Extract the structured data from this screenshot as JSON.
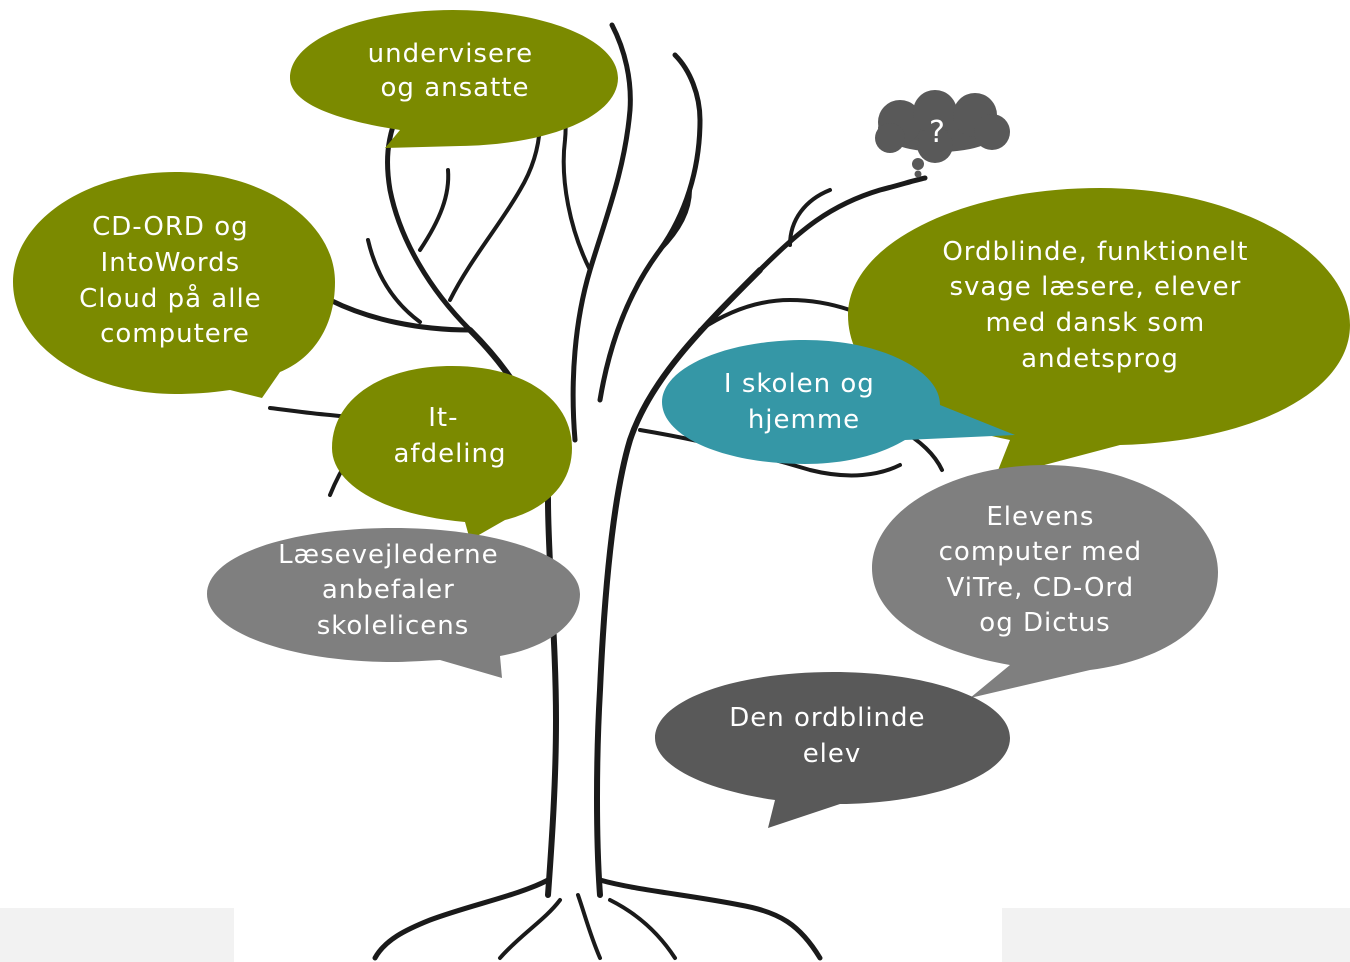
{
  "colors": {
    "olive": "#7b8a00",
    "teal": "#3597a6",
    "gray": "#7f7f7f",
    "dark_gray": "#595959",
    "cloud": "#595959",
    "background": "#ffffff",
    "corner_panels": "#f2f2f2"
  },
  "bubbles": {
    "staff": {
      "lines": [
        "undervisere",
        "og ansatte"
      ]
    },
    "software": {
      "lines": [
        "CD-ORD og",
        "IntoWords",
        "Cloud på alle",
        "computere"
      ]
    },
    "it": {
      "lines": [
        "It-",
        "afdeling"
      ]
    },
    "reading_guides": {
      "lines": [
        "Læsevejlederne",
        "anbefaler",
        "skolelicens"
      ]
    },
    "target_group": {
      "lines": [
        "Ordblinde, funktionelt",
        "svage læsere, elever",
        "med dansk som",
        "andetsprog"
      ]
    },
    "school_home": {
      "lines": [
        "I skolen og",
        "hjemme"
      ]
    },
    "student_computer": {
      "lines": [
        "Elevens",
        "computer med",
        "ViTre, CD-Ord",
        "og Dictus"
      ]
    },
    "student": {
      "lines": [
        "Den ordblinde",
        "elev"
      ]
    },
    "thought": {
      "text": "?"
    }
  }
}
